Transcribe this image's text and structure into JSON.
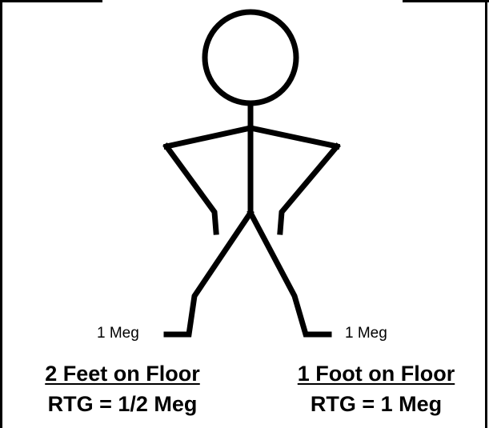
{
  "colors": {
    "stroke": "#000000",
    "background": "#ffffff"
  },
  "left_foot": {
    "label": "1 Meg",
    "caption": "2 Feet on Floor",
    "rating": "RTG = 1/2 Meg"
  },
  "right_foot": {
    "label": "1 Meg",
    "caption": "1 Foot on Floor",
    "rating": "RTG = 1 Meg"
  }
}
